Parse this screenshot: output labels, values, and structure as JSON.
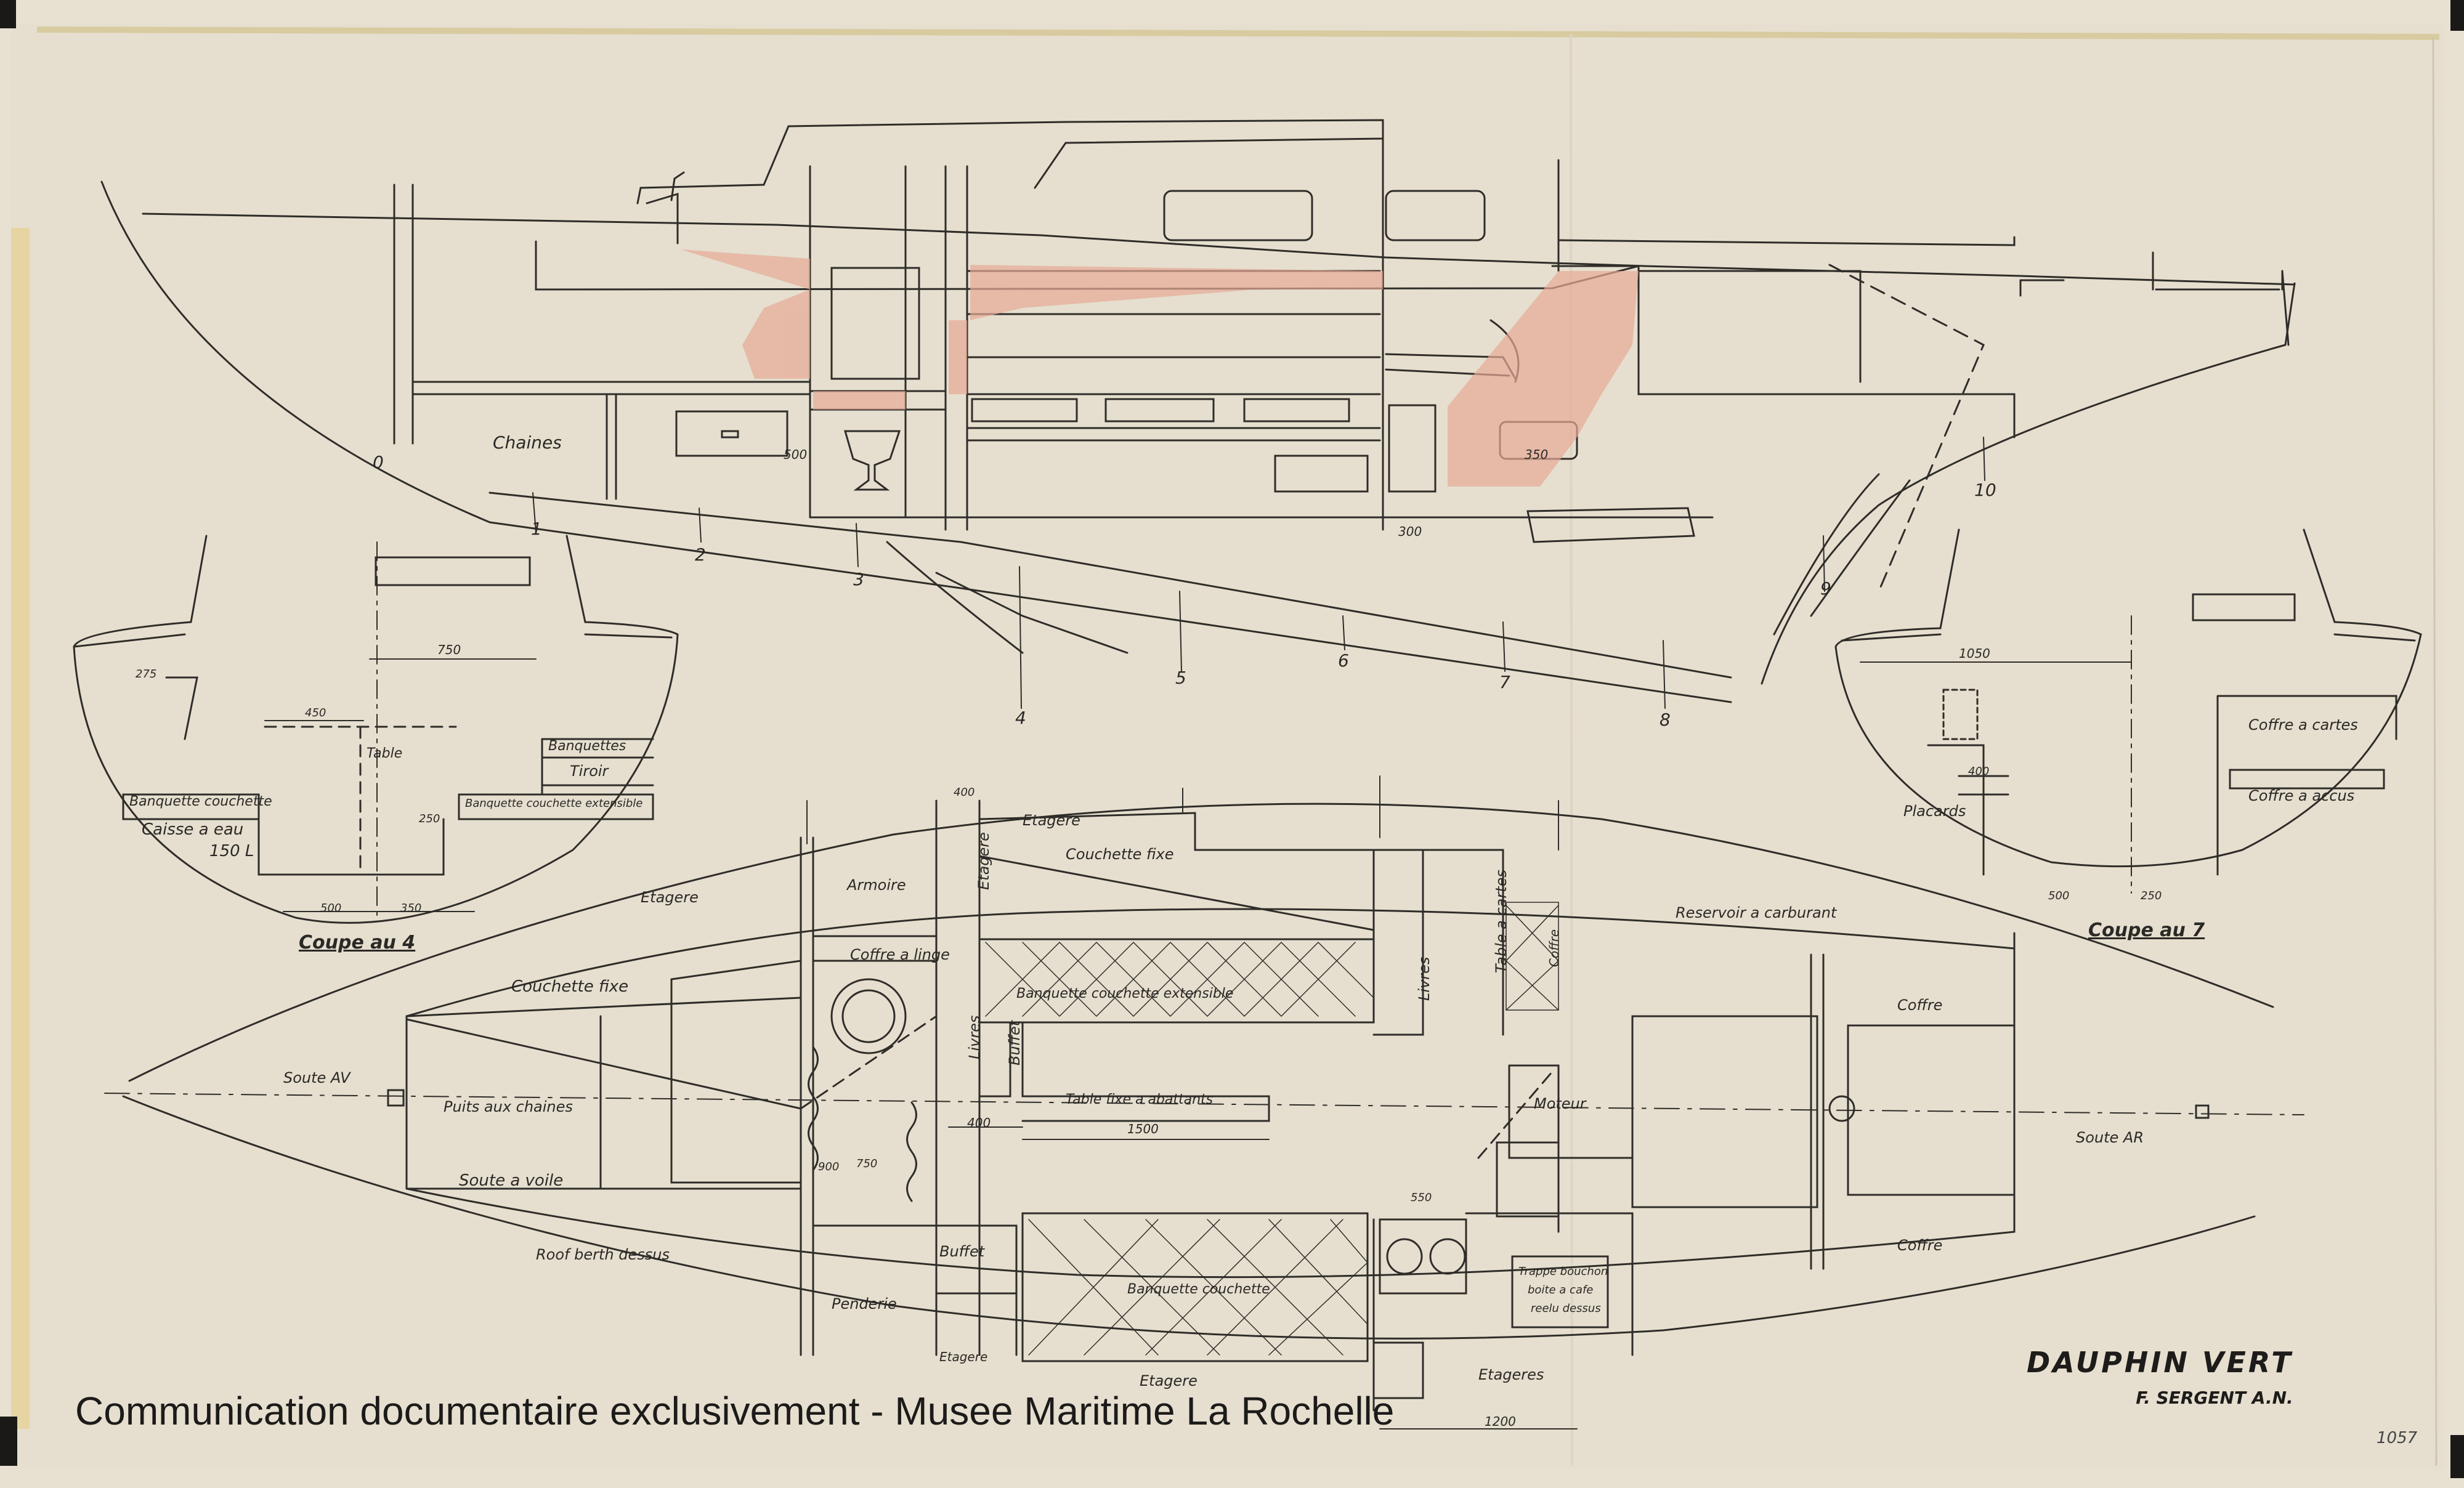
{
  "title": "DAUPHIN VERT",
  "author": "F. SERGENT A.N.",
  "sheet_number": "1057",
  "watermark": "Communication documentaire exclusivement - Musee Maritime La Rochelle",
  "profile": {
    "labels": {
      "chaines": "Chaines"
    },
    "stations": [
      "0",
      "1",
      "2",
      "3",
      "4",
      "5",
      "6",
      "7",
      "8",
      "9",
      "10"
    ],
    "dims": {
      "d300": "300",
      "d350": "350",
      "d500": "500"
    }
  },
  "section_left": {
    "title": "Coupe au 4",
    "labels": {
      "banquette_couchette": "Banquette couchette",
      "caisse_eau": "Caisse a eau",
      "caisse_vol": "150 L",
      "table": "Table",
      "banquette_right": "Banquette couchette extensible",
      "banquette_small": "Banquettes",
      "tiroir": "Tiroir"
    },
    "dims": {
      "d750": "750",
      "d450": "450",
      "d275": "275",
      "d250": "250",
      "d500": "500",
      "d350": "350"
    }
  },
  "section_right": {
    "title": "Coupe au 7",
    "labels": {
      "coffre_cartes": "Coffre a cartes",
      "placards": "Placards",
      "coffre_accu": "Coffre a accus"
    },
    "dims": {
      "d1050": "1050",
      "d400": "400",
      "d500": "500",
      "d250": "250"
    }
  },
  "plan": {
    "labels": {
      "etagere_top": "Etagere",
      "etagere_fwd": "Etagere",
      "armoire": "Armoire",
      "etagere_v": "Etagere",
      "couchette_fixe_top": "Couchette fixe",
      "coffre_linge": "Coffre a linge",
      "couchette_fixe": "Couchette fixe",
      "banquette_ext": "Banquette couchette extensible",
      "livres_top": "Livres",
      "table_cartes": "Table a cartes",
      "coffre_v": "Coffre",
      "reservoir": "Reservoir a carburant",
      "coffre_aft_top": "Coffre",
      "soute_av": "Soute AV",
      "puits_chaines": "Puits aux chaines",
      "livres": "Livres",
      "buffet_v": "Buffet",
      "table_fixe": "Table fixe a abattants",
      "moteur": "Moteur",
      "soute_ar": "Soute AR",
      "soute_voile": "Soute a voile",
      "roof_berth": "Roof berth dessus",
      "buffet": "Buffet",
      "penderie": "Penderie",
      "etagere_low": "Etagere",
      "etagere_bottom": "Etagere",
      "banquette_couchette": "Banquette couchette",
      "trappe1": "Trappe bouchon",
      "trappe2": "boite a cafe",
      "trappe3": "reelu dessus",
      "coffre_aft_bottom": "Coffre",
      "etageres_aft": "Etageres"
    },
    "dims": {
      "d400": "400",
      "d1500": "1500",
      "d1200": "1200",
      "d550": "550",
      "d750": "750",
      "d900": "900"
    }
  }
}
